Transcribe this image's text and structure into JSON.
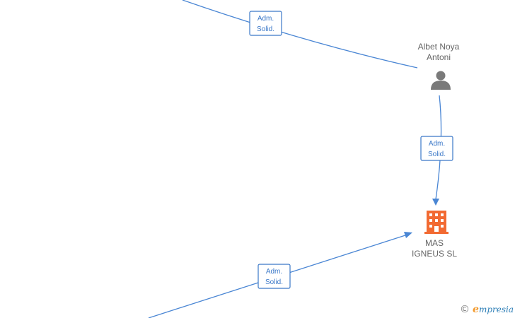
{
  "nodes": {
    "person": {
      "name_line1": "Albet Noya",
      "name_line2": "Antoni",
      "icon": "person-icon"
    },
    "company": {
      "name_line1": "MAS",
      "name_line2": "IGNEUS SL",
      "icon": "building-icon"
    }
  },
  "edges": [
    {
      "label_line1": "Adm.",
      "label_line2": "Solid."
    },
    {
      "label_line1": "Adm.",
      "label_line2": "Solid."
    },
    {
      "label_line1": "Adm.",
      "label_line2": "Solid."
    }
  ],
  "colors": {
    "edge": "#4a86d4",
    "label": "#3b78c8",
    "company": "#f26a32",
    "person": "#7a7a7a"
  },
  "watermark": {
    "symbol": "©",
    "brand_initial": "e",
    "brand_rest": "mpresia"
  }
}
